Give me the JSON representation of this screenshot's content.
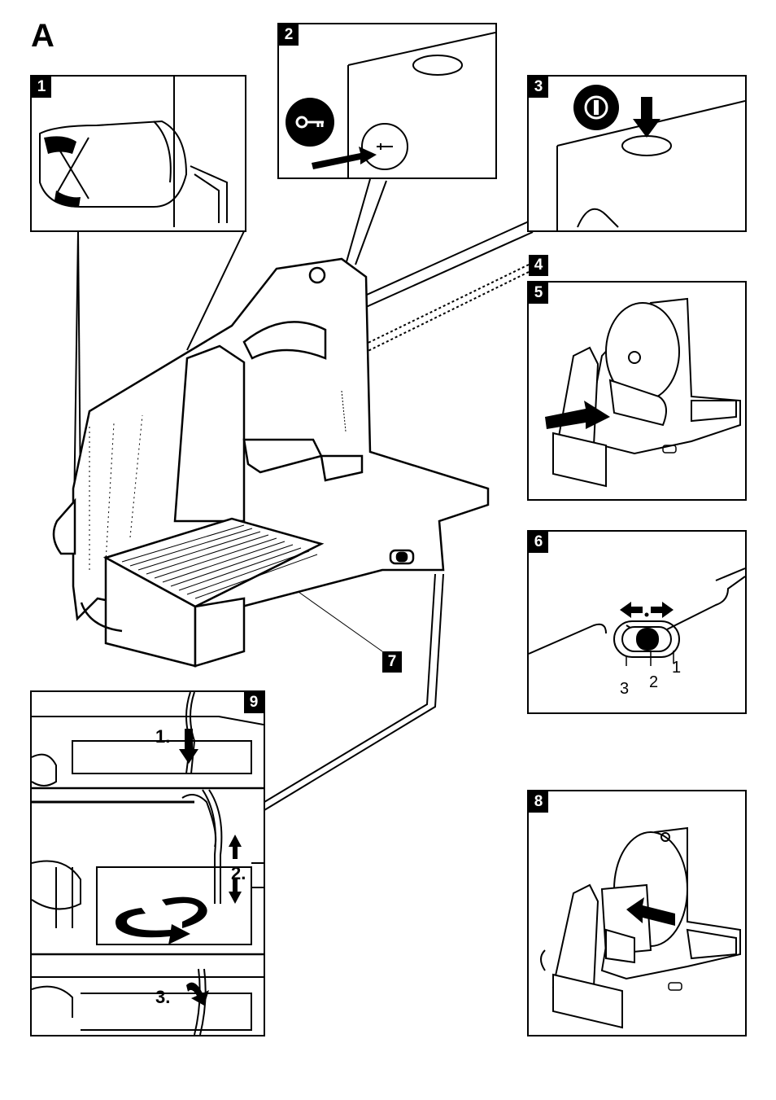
{
  "figure": {
    "letter": "A"
  },
  "callouts": [
    "1",
    "2",
    "3",
    "4",
    "5",
    "6",
    "7",
    "8",
    "9"
  ],
  "panel6": {
    "switch_numbers": [
      "3",
      "2",
      "1"
    ]
  },
  "panel9": {
    "steps": [
      "1.",
      "2.",
      "3."
    ]
  }
}
